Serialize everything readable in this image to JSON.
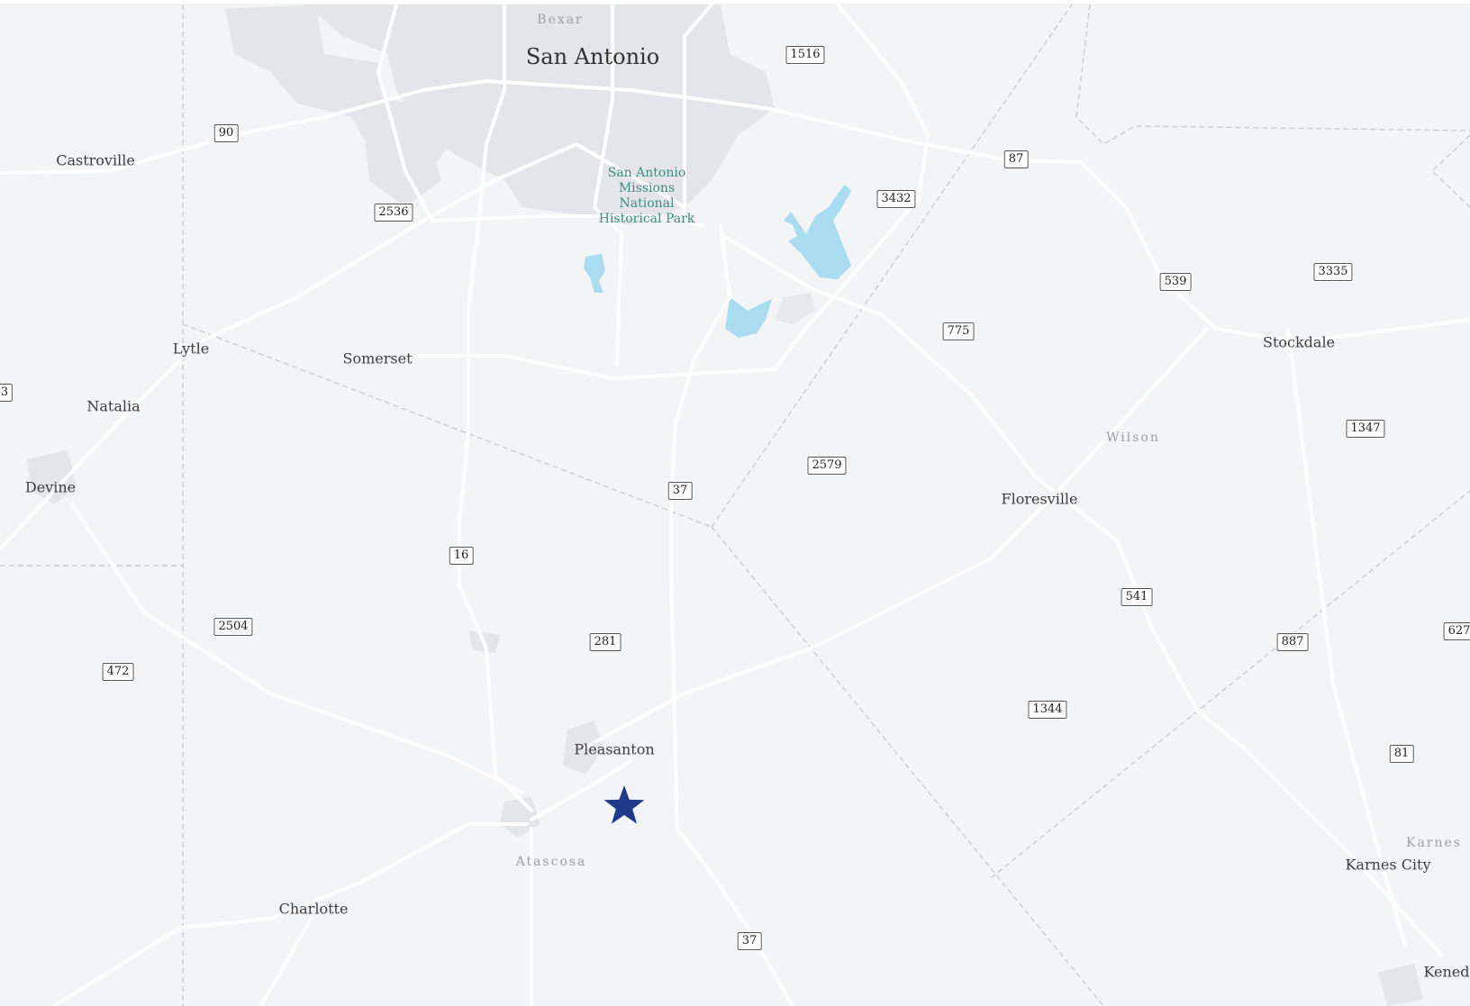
{
  "map": {
    "places": [
      {
        "id": "san-antonio",
        "label": "San Antonio",
        "major": true
      },
      {
        "id": "castroville",
        "label": "Castroville"
      },
      {
        "id": "lytle",
        "label": "Lytle"
      },
      {
        "id": "somerset",
        "label": "Somerset"
      },
      {
        "id": "natalia",
        "label": "Natalia"
      },
      {
        "id": "devine",
        "label": "Devine"
      },
      {
        "id": "stockdale",
        "label": "Stockdale"
      },
      {
        "id": "floresville",
        "label": "Floresville"
      },
      {
        "id": "pleasanton",
        "label": "Pleasanton"
      },
      {
        "id": "charlotte",
        "label": "Charlotte"
      },
      {
        "id": "karnes-city",
        "label": "Karnes City"
      },
      {
        "id": "kenedy",
        "label": "Kened"
      }
    ],
    "counties": [
      {
        "id": "bexar",
        "label": "Bexar"
      },
      {
        "id": "wilson",
        "label": "Wilson"
      },
      {
        "id": "atascosa",
        "label": "Atascosa"
      },
      {
        "id": "karnes",
        "label": "Karnes"
      }
    ],
    "park": {
      "label": "San Antonio\nMissions\nNational\nHistorical Park"
    },
    "shields": [
      "1516",
      "90",
      "87",
      "3432",
      "2536",
      "539",
      "3335",
      "775",
      "3",
      "1347",
      "2579",
      "37",
      "16",
      "541",
      "2504",
      "281",
      "887",
      "472",
      "1344",
      "81",
      "37",
      "627"
    ],
    "marker": {
      "icon": "star-icon",
      "color": "#1f3a8a"
    },
    "colors": {
      "water": "#a9dcef",
      "urban": "#e4e5e8",
      "land": "#f3f4f6",
      "road": "#ffffff",
      "boundary": "#c9cbcf"
    }
  }
}
